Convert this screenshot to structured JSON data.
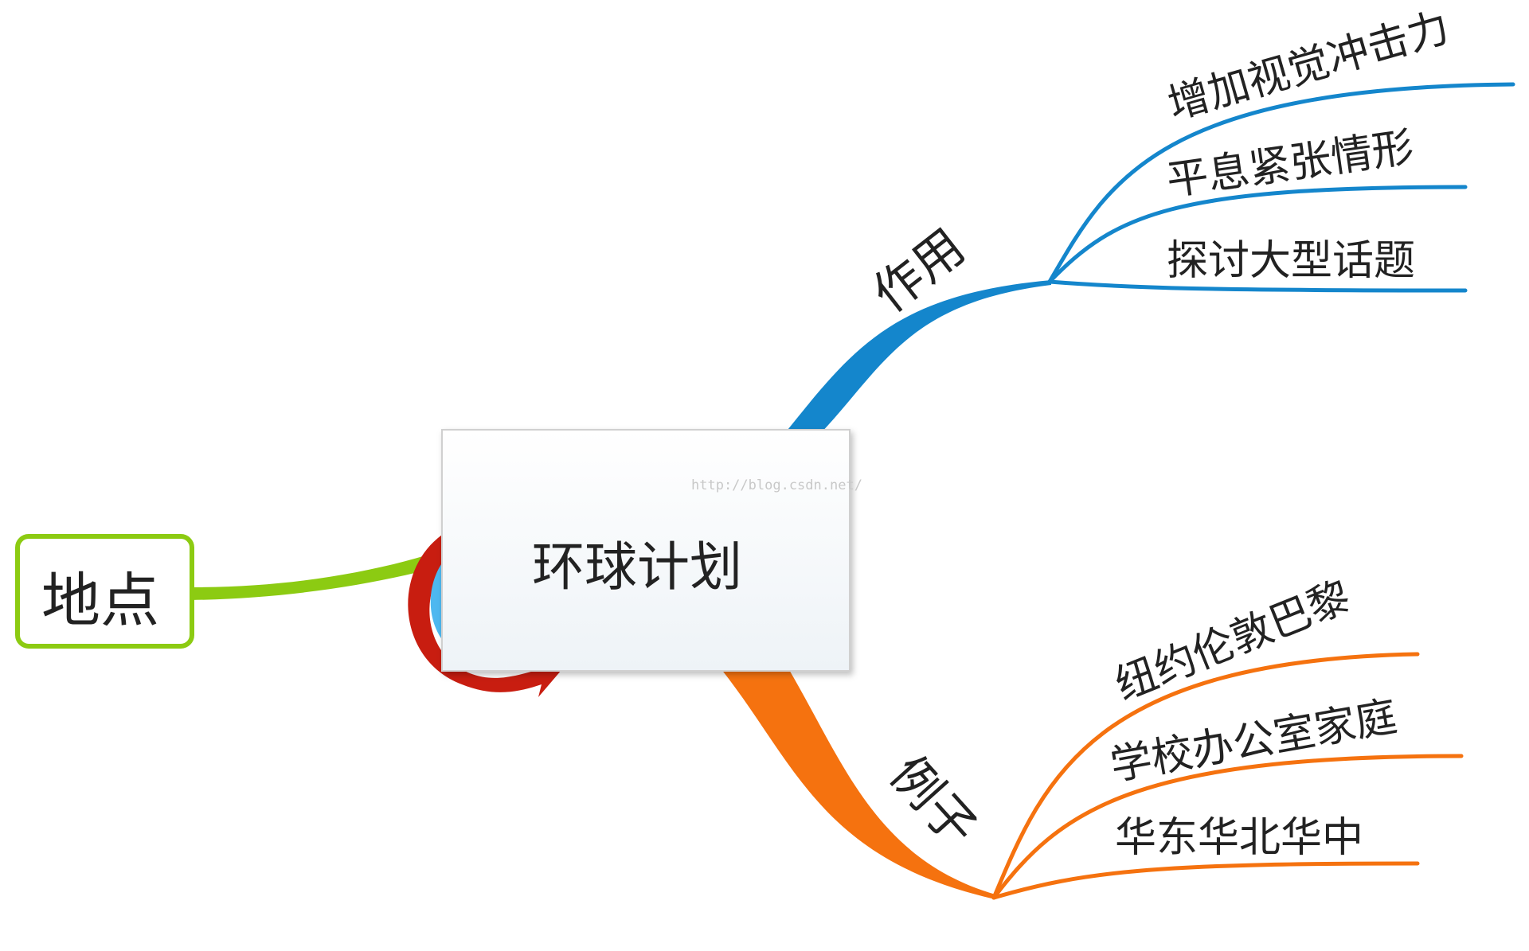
{
  "watermark": "http://blog.csdn.net/",
  "center": {
    "title": "环球计划"
  },
  "location_node": {
    "label": "地点",
    "color": "#8CCB12"
  },
  "branches": {
    "purpose": {
      "label": "作用",
      "color": "#1486CC",
      "items": [
        "增加视觉冲击力",
        "平息紧张情形",
        "探讨大型话题"
      ]
    },
    "examples": {
      "label": "例子",
      "color": "#F5720F",
      "items": [
        "纽约伦敦巴黎",
        "学校办公室家庭",
        "华东华北华中"
      ]
    }
  },
  "colors": {
    "refresh_arrow_outer": "#C81D10",
    "refresh_arrow_inner": "#4DB8F0",
    "card_border": "#d0d0d0"
  }
}
